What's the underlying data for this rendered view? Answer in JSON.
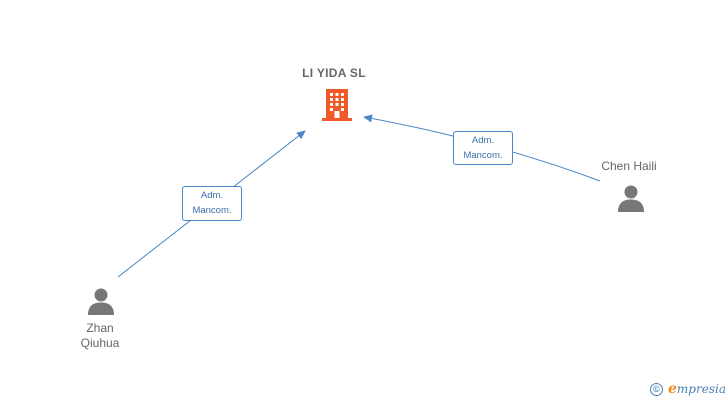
{
  "company": {
    "name": "LI YIDA SL",
    "icon": "building-icon",
    "color": "#f05a28"
  },
  "people": [
    {
      "id": "zhan",
      "name_line1": "Zhan",
      "name_line2": "Qiuhua",
      "icon": "person-icon"
    },
    {
      "id": "chen",
      "name": "Chen Haili",
      "icon": "person-icon"
    }
  ],
  "edges": [
    {
      "from": "Zhan Qiuhua",
      "to": "LI YIDA SL",
      "label_line1": "Adm.",
      "label_line2": "Mancom."
    },
    {
      "from": "Chen Haili",
      "to": "LI YIDA SL",
      "label_line1": "Adm.",
      "label_line2": "Mancom."
    }
  ],
  "colors": {
    "edge": "#4a86c8",
    "person": "#777777",
    "text": "#666666"
  },
  "watermark": {
    "copyright_symbol": "©",
    "brand_initial": "e",
    "brand_rest": "mpresia"
  }
}
